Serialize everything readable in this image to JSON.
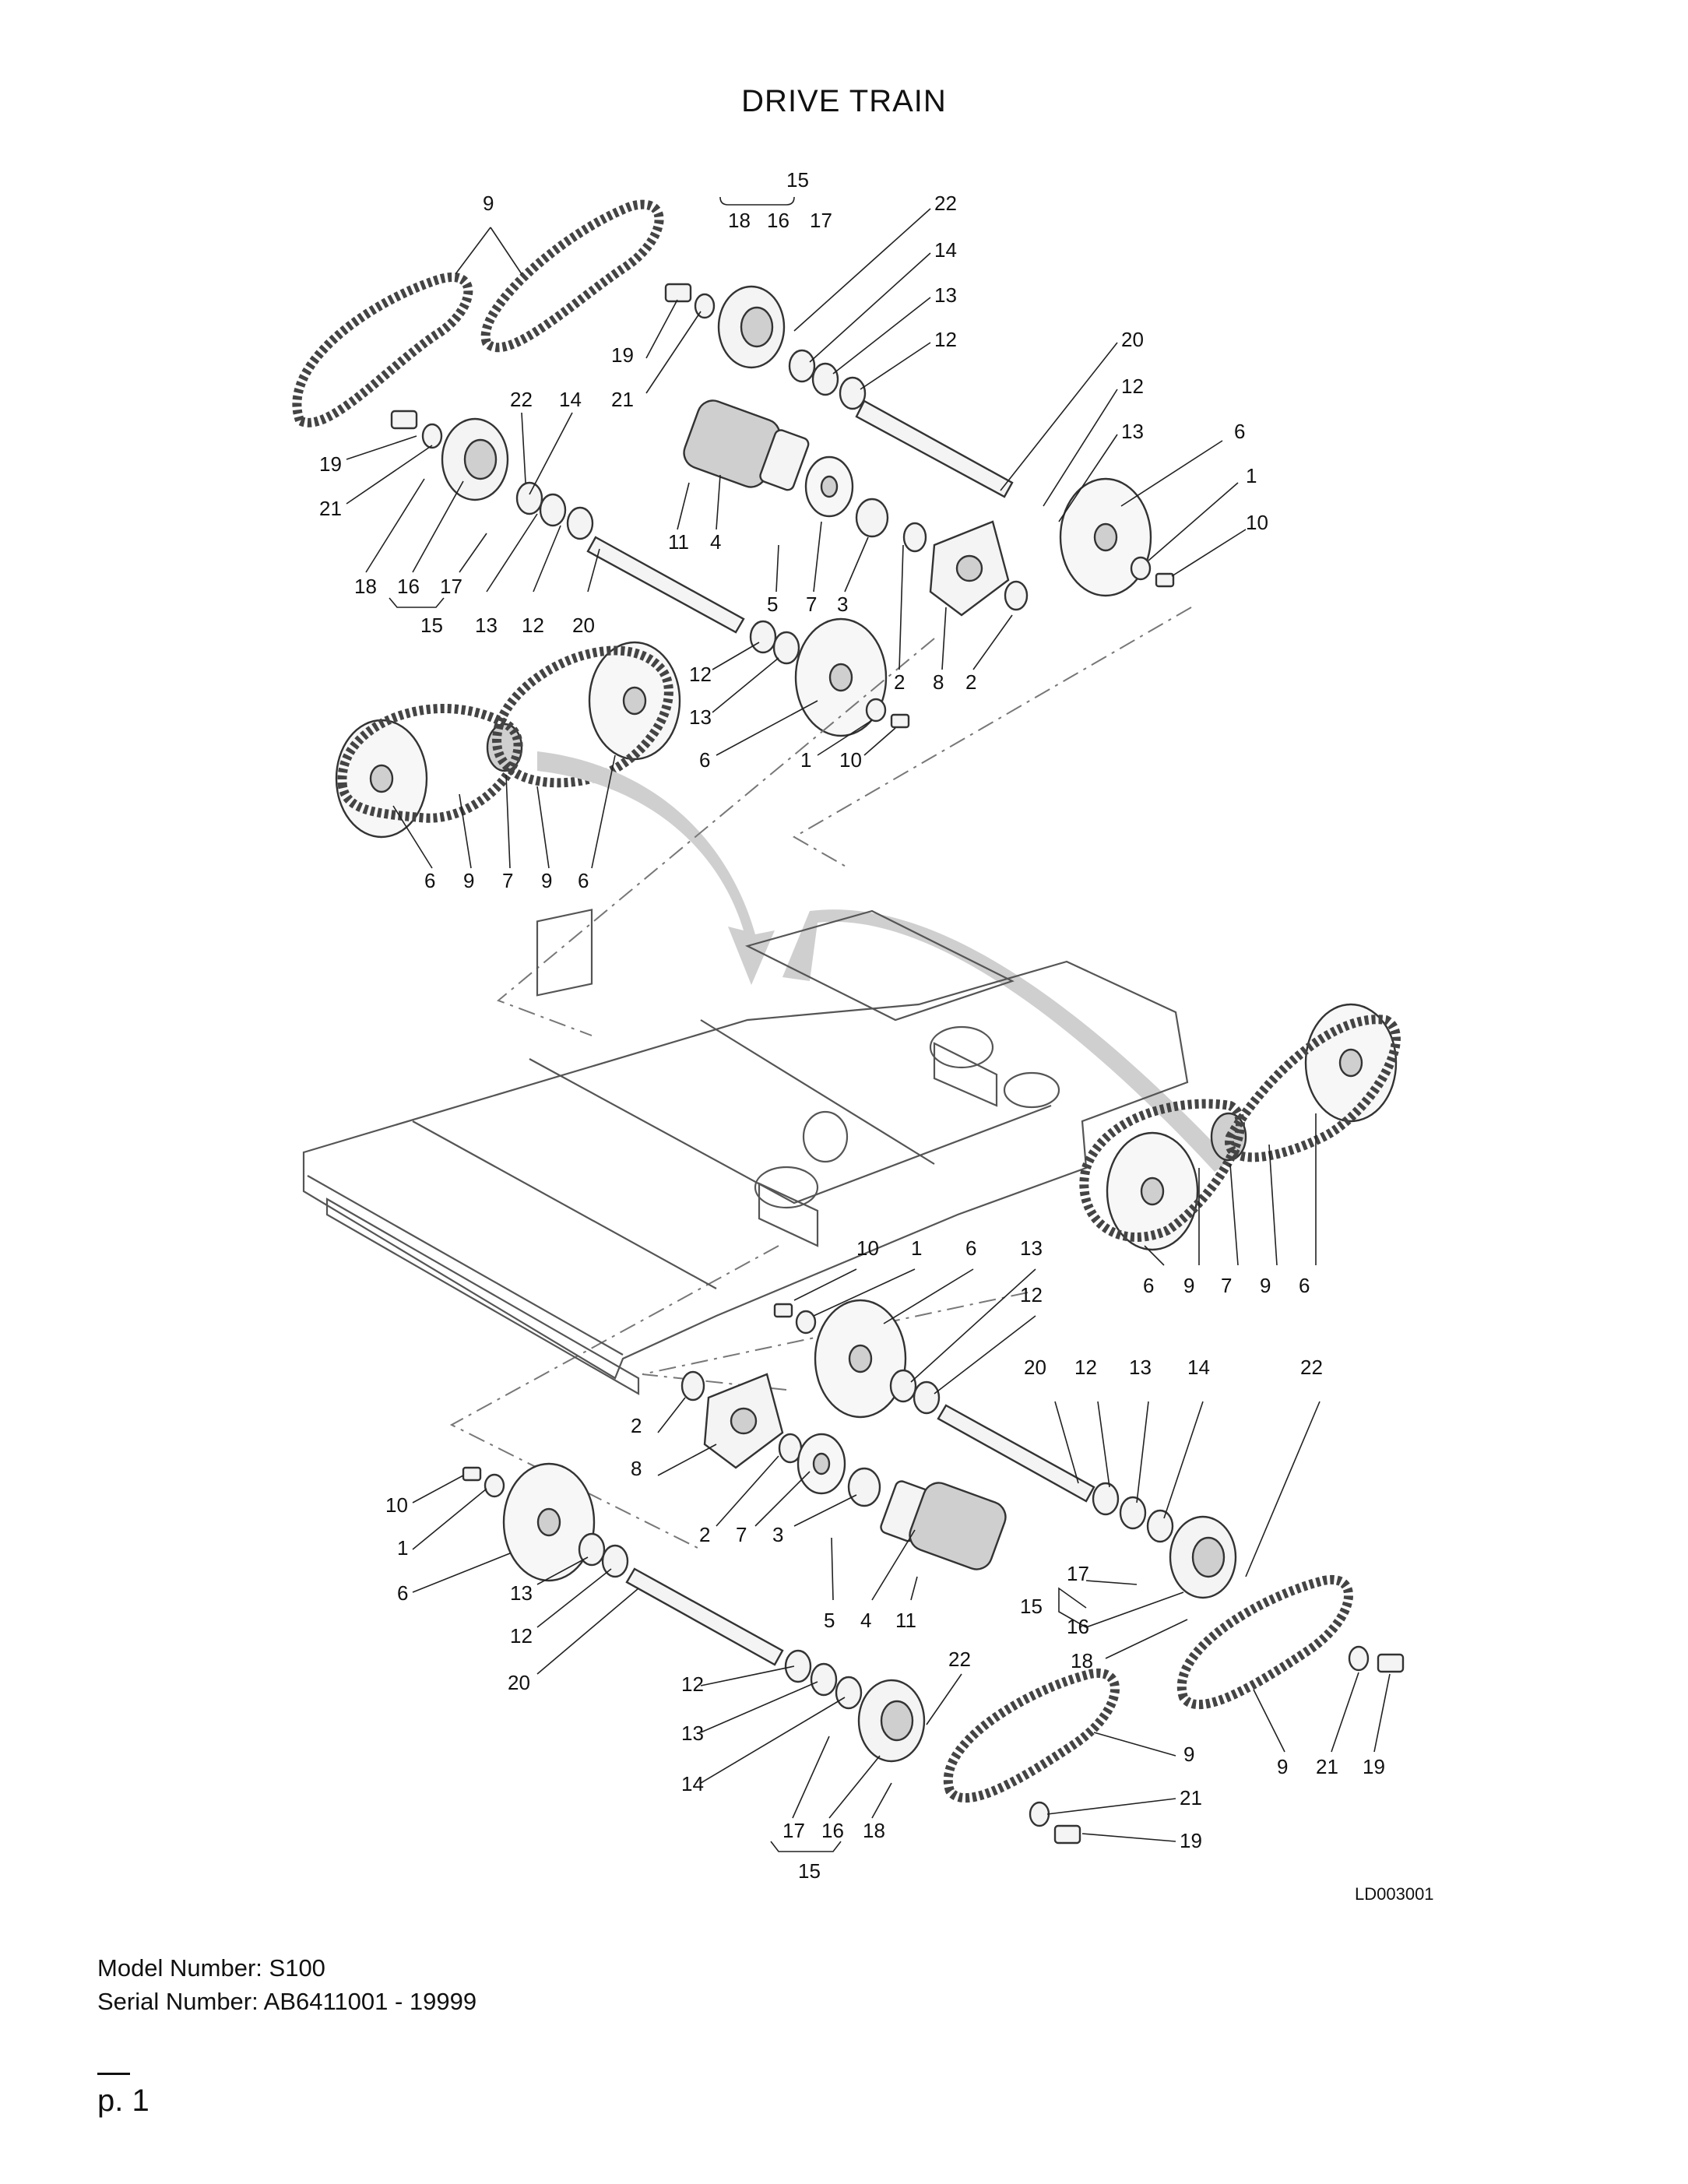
{
  "title": "DRIVE TRAIN",
  "drawing_code": "LD003001",
  "footer": {
    "model": "Model Number: S100",
    "serial": "Serial Number: AB6411001 - 19999",
    "page": "p. 1"
  },
  "callouts": {
    "c1": "9",
    "c2": "15",
    "c3": "18",
    "c4": "16",
    "c5": "17",
    "c6": "22",
    "c7": "14",
    "c8": "13",
    "c9": "12",
    "c10": "20",
    "c11": "12",
    "c12": "13",
    "c13": "6",
    "c14": "1",
    "c15": "10",
    "c16": "19",
    "c17": "21",
    "c18": "22",
    "c19": "14",
    "c20": "19",
    "c21": "21",
    "c22": "18",
    "c23": "16",
    "c24": "17",
    "c25": "15",
    "c26": "13",
    "c27": "12",
    "c28": "20",
    "c29": "11",
    "c30": "4",
    "c31": "5",
    "c32": "7",
    "c33": "3",
    "c34": "2",
    "c35": "8",
    "c36": "2",
    "c37": "12",
    "c38": "13",
    "c39": "6",
    "c40": "1",
    "c41": "10",
    "c42": "6",
    "c43": "9",
    "c44": "7",
    "c45": "9",
    "c46": "6",
    "c47": "6",
    "c48": "9",
    "c49": "7",
    "c50": "9",
    "c51": "6",
    "c52": "10",
    "c53": "1",
    "c54": "6",
    "c55": "13",
    "c56": "12",
    "c57": "20",
    "c58": "12",
    "c59": "13",
    "c60": "14",
    "c61": "22",
    "c62": "2",
    "c63": "8",
    "c64": "10",
    "c65": "1",
    "c66": "6",
    "c67": "2",
    "c68": "7",
    "c69": "3",
    "c70": "13",
    "c71": "12",
    "c72": "20",
    "c73": "5",
    "c74": "4",
    "c75": "11",
    "c76": "17",
    "c77": "15",
    "c78": "16",
    "c79": "18",
    "c80": "12",
    "c81": "13",
    "c82": "14",
    "c83": "22",
    "c84": "9",
    "c85": "21",
    "c86": "19",
    "c87": "9",
    "c88": "21",
    "c89": "19",
    "c90": "17",
    "c91": "16",
    "c92": "18",
    "c93": "15"
  }
}
